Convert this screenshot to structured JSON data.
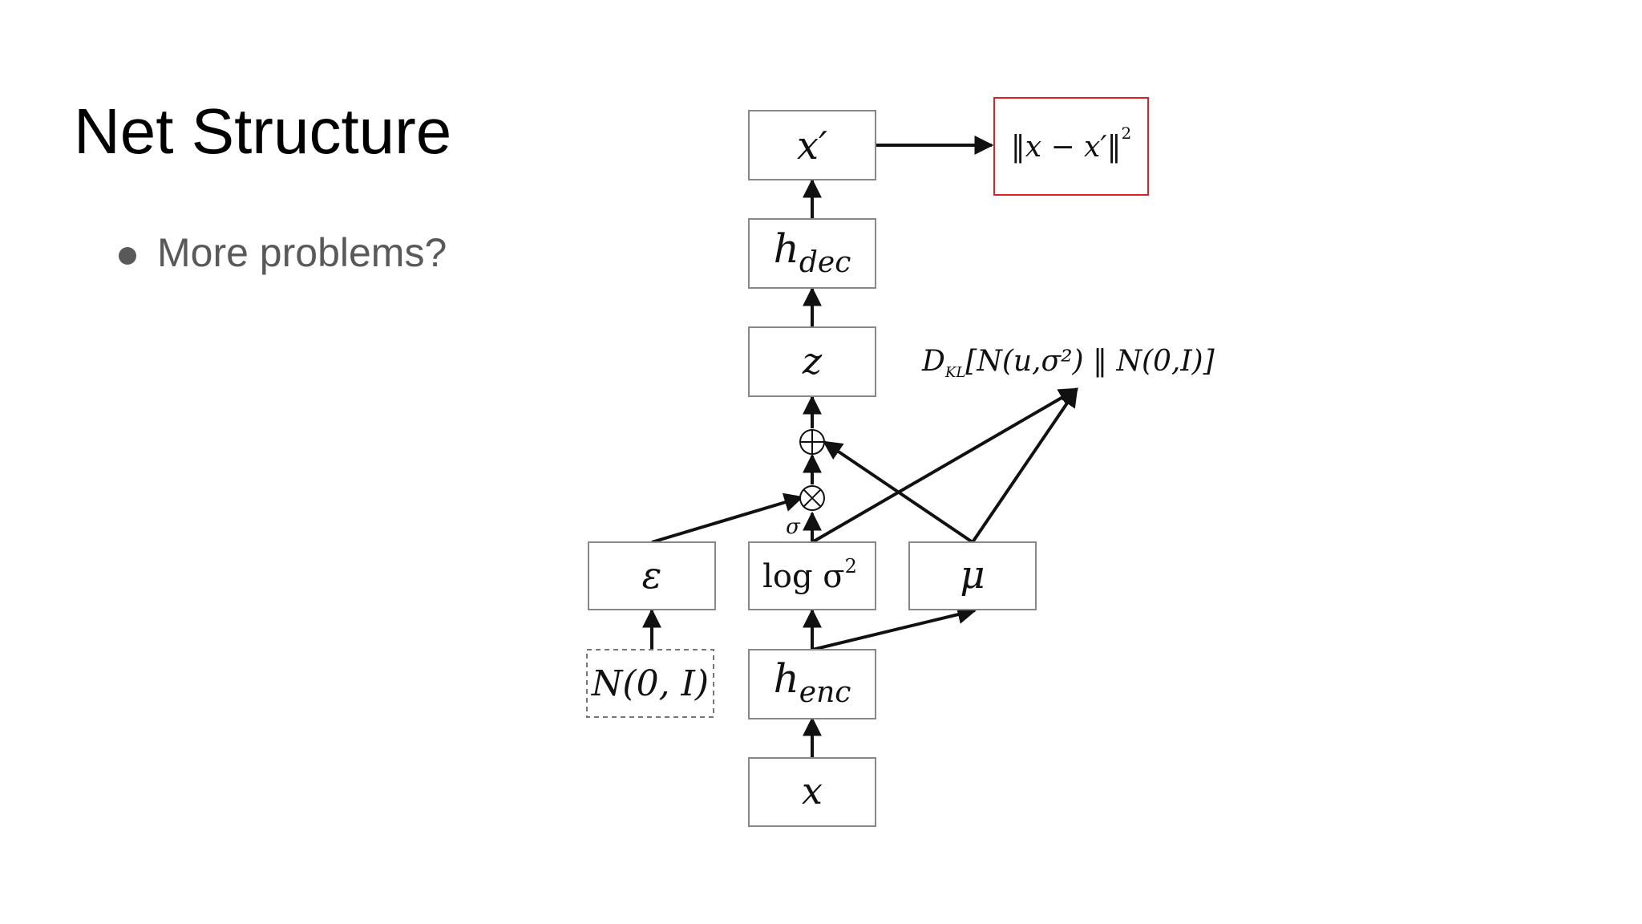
{
  "slide": {
    "title": "Net Structure",
    "bullets": [
      "More problems?"
    ]
  },
  "diagram": {
    "nodes": {
      "x_prime": "x′",
      "h_dec_base": "h",
      "h_dec_sub": "dec",
      "z": "z",
      "epsilon": "ε",
      "log_sigma_base": "log σ",
      "log_sigma_sup": "2",
      "mu": "μ",
      "noise": "N(0, I)",
      "h_enc_base": "h",
      "h_enc_sub": "enc",
      "x": "x"
    },
    "labels": {
      "sigma": "σ",
      "recon_loss": "‖x − x′‖",
      "recon_loss_sup": "2",
      "kl_D": "D",
      "kl_sub": "KL",
      "kl_rest": "[N(u,σ²) ‖ N(0,I)]"
    },
    "colors": {
      "box_stroke": "#888888",
      "arrow": "#111111",
      "highlight": "#dd1f26"
    }
  }
}
